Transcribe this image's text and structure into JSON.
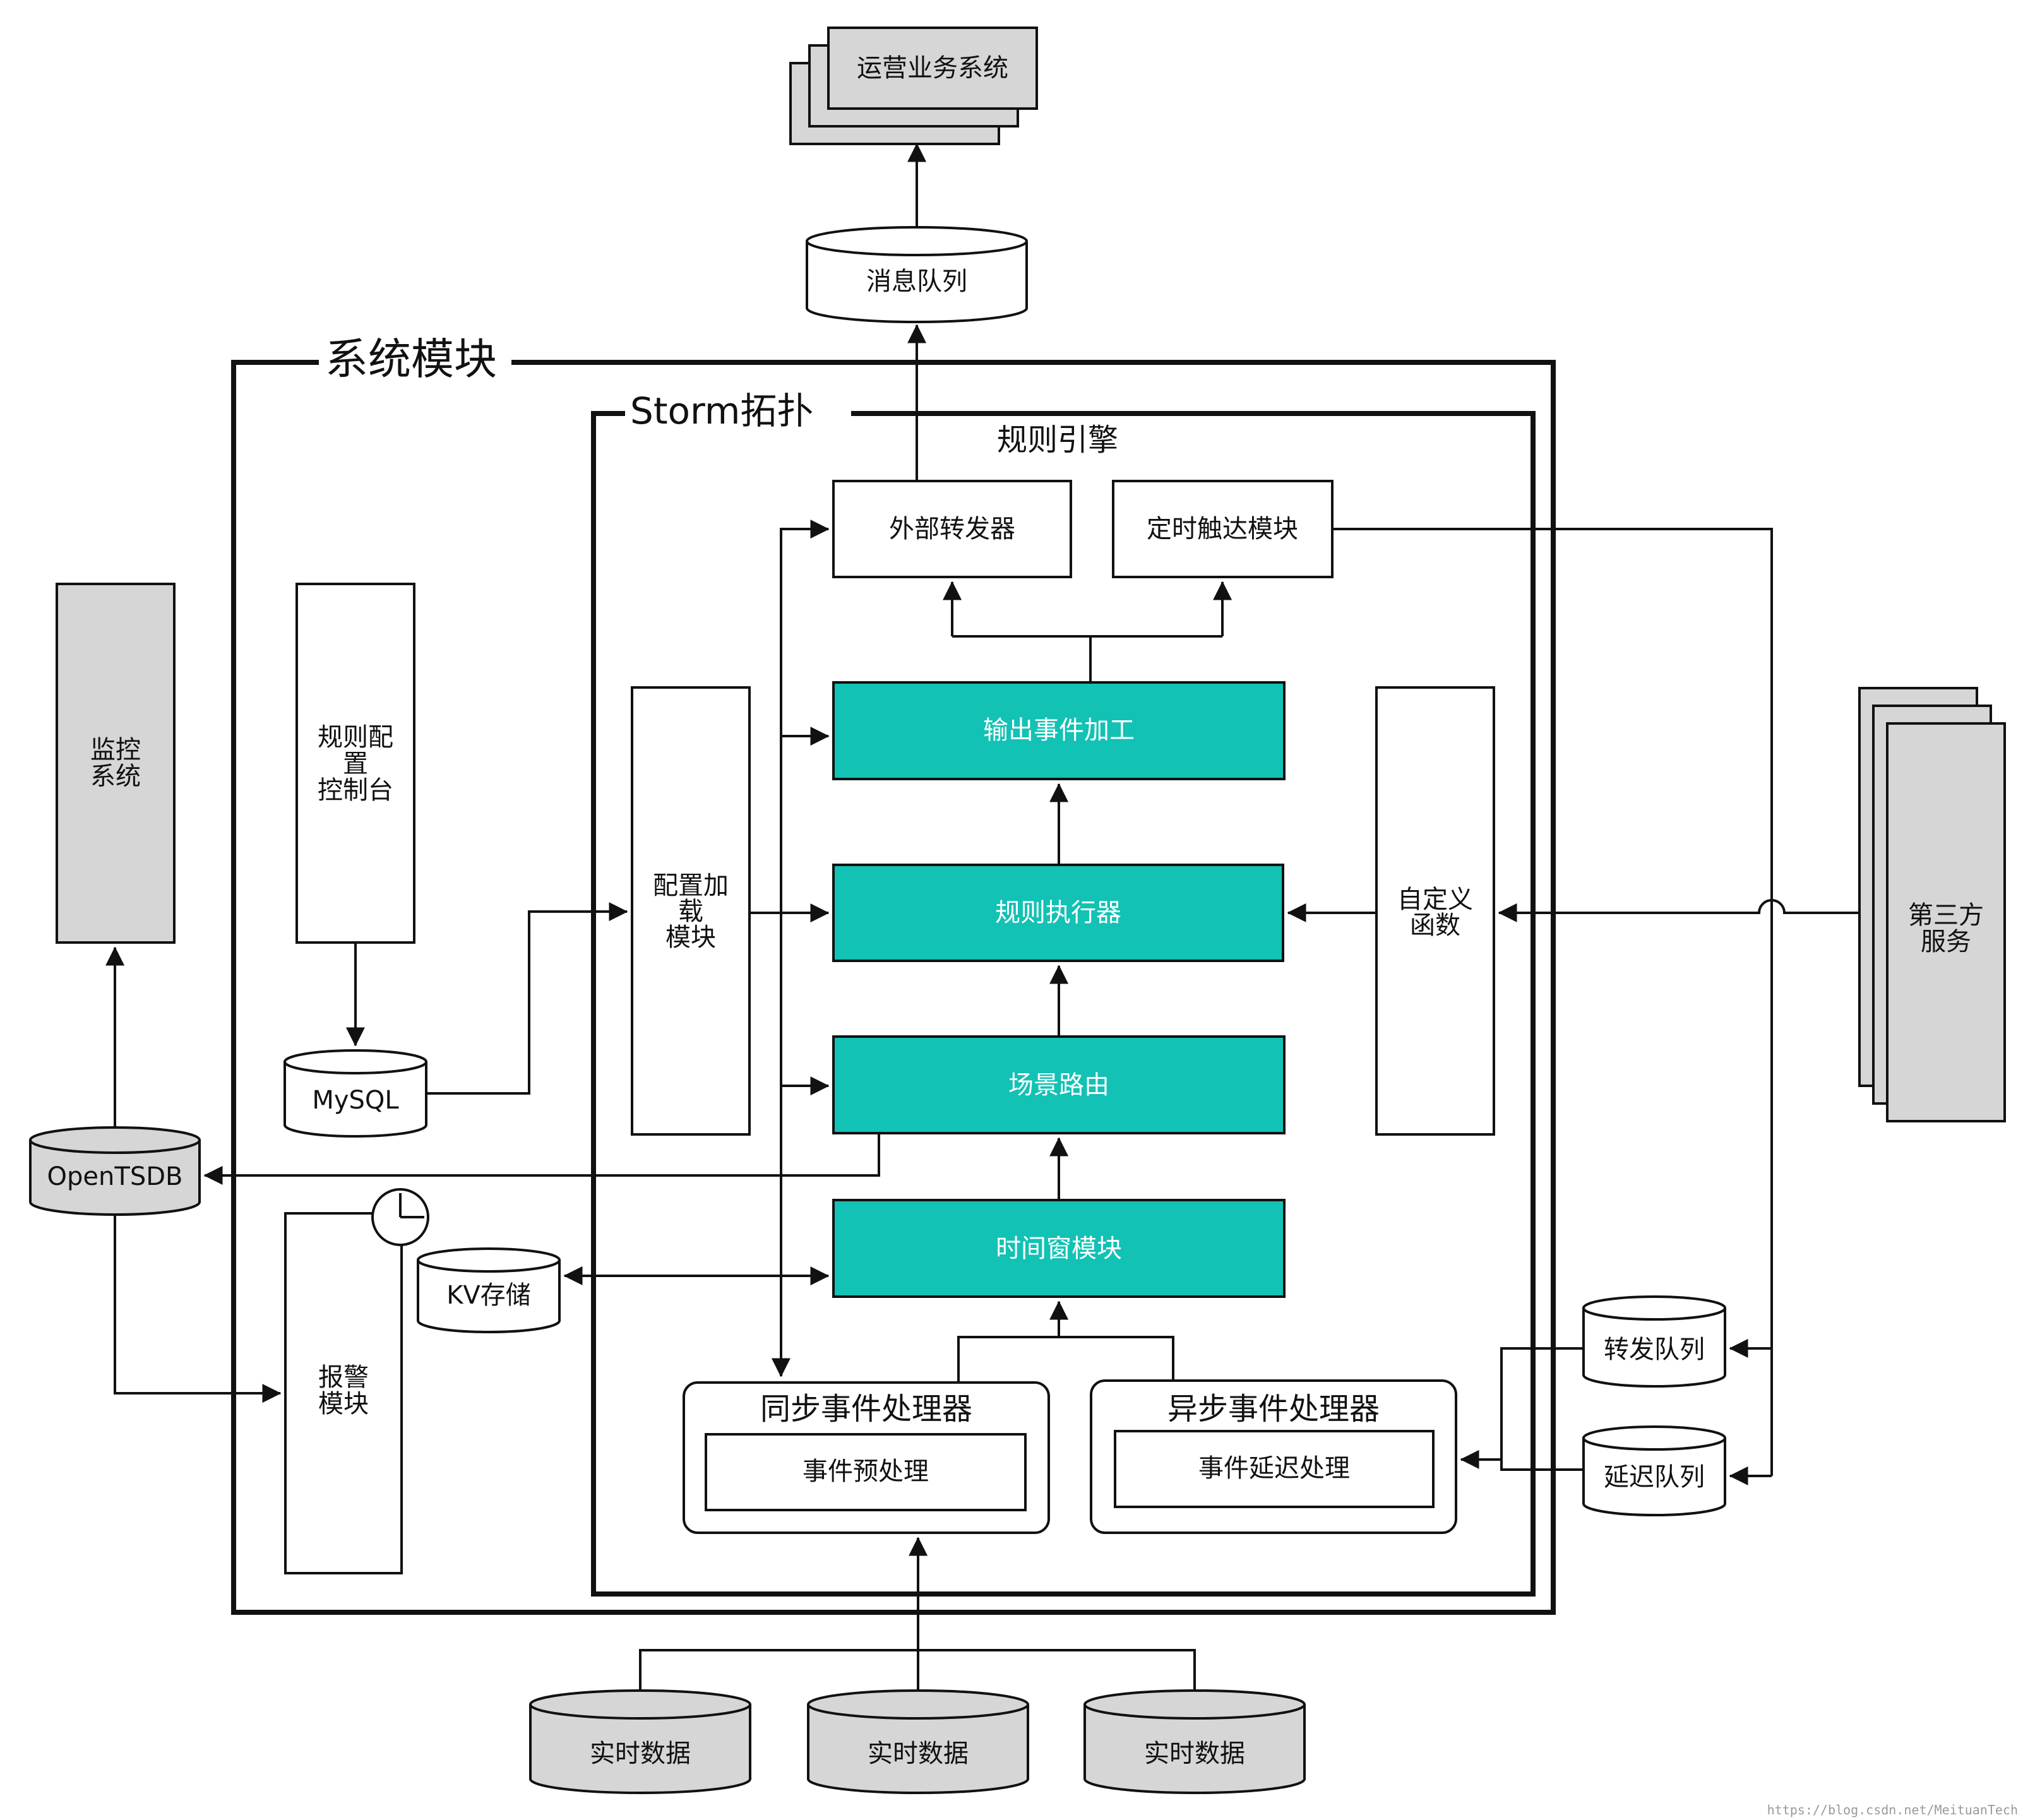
{
  "frames": {
    "system_module": "系统模块",
    "storm_topology": "Storm拓扑",
    "rule_engine": "规则引擎"
  },
  "nodes": {
    "ops_system": "运营业务系统",
    "message_queue": "消息队列",
    "external_forwarder": "外部转发器",
    "timed_reach": "定时触达模块",
    "output_event_processing": "输出事件加工",
    "rule_executor": "规则执行器",
    "scene_routing": "场景路由",
    "time_window": "时间窗模块",
    "config_loader": [
      "配置加",
      "载",
      "模块"
    ],
    "custom_function": [
      "自定义",
      "函数"
    ],
    "rule_console": [
      "规则配",
      "置",
      "控制台"
    ],
    "mysql": "MySQL",
    "opentsdb": "OpenTSDB",
    "monitoring": [
      "监控",
      "系统"
    ],
    "kv_storage": "KV存储",
    "alarm_module": [
      "报警",
      "模块"
    ],
    "sync_handler": "同步事件处理器",
    "event_preprocess": "事件预处理",
    "async_handler": "异步事件处理器",
    "event_delay": "事件延迟处理",
    "forward_queue": "转发队列",
    "delay_queue": "延迟队列",
    "third_party": [
      "第三方",
      "服务"
    ],
    "realtime_data": [
      "实时数据",
      "实时数据",
      "实时数据"
    ]
  },
  "watermark": "https://blog.csdn.net/MeituanTech",
  "colors": {
    "teal": "#12c2b4",
    "grey": "#d6d6d6"
  }
}
